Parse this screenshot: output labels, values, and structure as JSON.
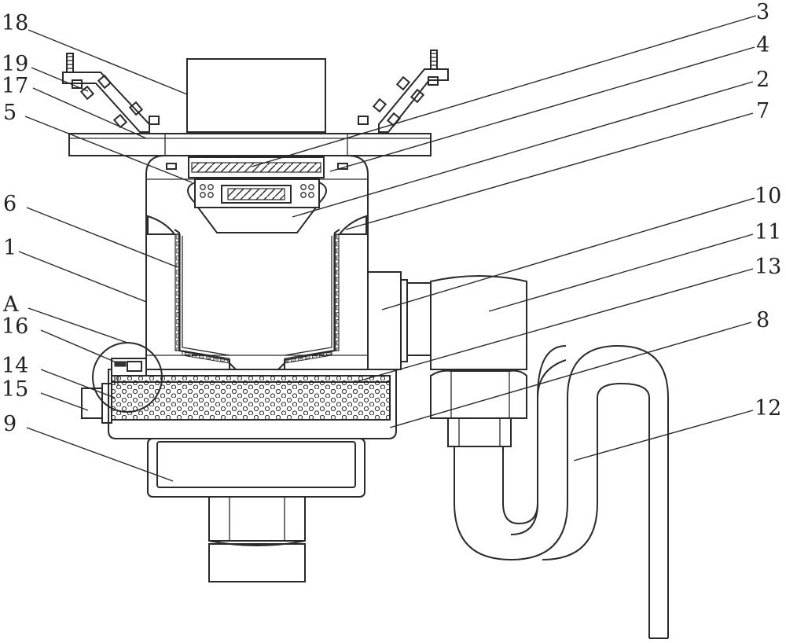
{
  "labels": {
    "l18": "18",
    "l19": "19",
    "l17": "17",
    "l5": "5",
    "l6": "6",
    "l1": "1",
    "lA": "A",
    "l16": "16",
    "l14": "14",
    "l15": "15",
    "l9": "9",
    "l3": "3",
    "l4": "4",
    "l2": "2",
    "l7": "7",
    "l10": "10",
    "l11": "11",
    "l13": "13",
    "l8": "8",
    "l12": "12"
  },
  "colors": {
    "stroke": "#2a2a2a",
    "background": "#ffffff"
  }
}
